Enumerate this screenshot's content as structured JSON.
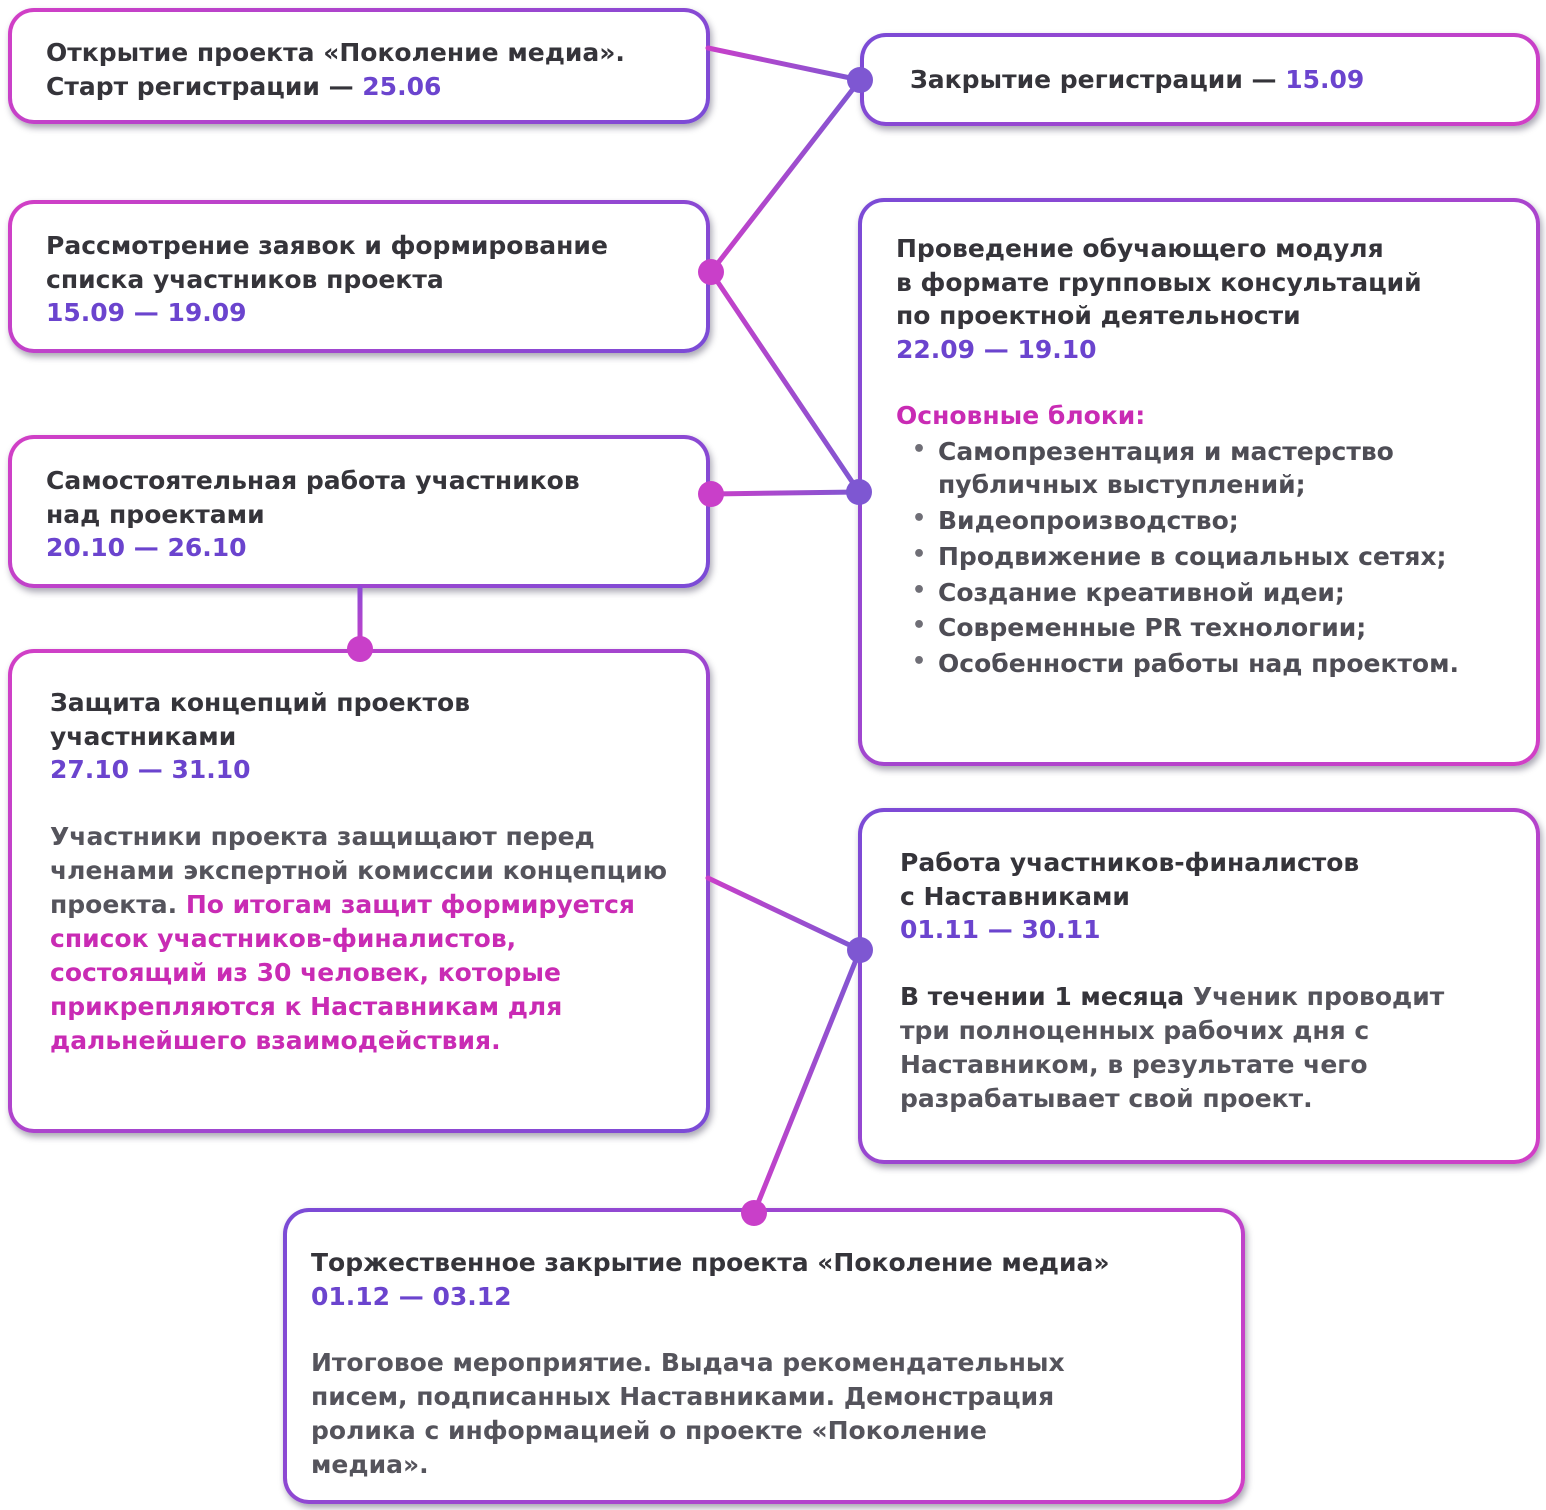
{
  "colors": {
    "border_purple": "#7A4BD6",
    "border_magenta": "#D23FC6",
    "dot_purple": "#7E57D2",
    "dot_magenta": "#C93FC9",
    "title_dark": "#35343A",
    "body_gray": "#55545C",
    "date_purple": "#6B44CE",
    "accent_magenta": "#C92BB4",
    "background": "#FFFFFF"
  },
  "boxes": {
    "opening": {
      "line1": "Открытие проекта «Поколение медиа».",
      "line2_prefix": "Старт регистрации — ",
      "date": "25.06"
    },
    "reg_close": {
      "title_prefix": "Закрытие регистрации — ",
      "date": "15.09"
    },
    "review": {
      "line1": "Рассмотрение заявок и формирование",
      "line2": "списка участников проекта",
      "date": "15.09 — 19.09"
    },
    "training": {
      "title_lines": [
        "Проведение обучающего модуля",
        "в формате групповых консультаций",
        "по проектной деятельности"
      ],
      "date": "22.09 — 19.10",
      "blocks_heading": "Основные блоки:",
      "bullets": [
        "Самопрезентация и мастерство публичных выступлений;",
        "Видеопроизводство;",
        "Продвижение в социальных сетях;",
        "Создание креативной идеи;",
        "Современные PR технологии;",
        "Особенности работы над проектом."
      ]
    },
    "independent": {
      "line1": "Самостоятельная работа участников",
      "line2": "над проектами",
      "date": "20.10 — 26.10"
    },
    "defense": {
      "line1": "Защита концепций проектов",
      "line2": "участниками",
      "date": "27.10 — 31.10",
      "body_gray": "Участники проекта защищают перед членами экспертной комиссии концепцию проекта. ",
      "body_accent": "По итогам защит формируется список участников-финалистов, состоящий из 30 человек, которые прикрепляются к Наставникам для дальнейшего взаимодействия."
    },
    "mentors": {
      "line1": "Работа участников-финалистов",
      "line2": "с Наставниками",
      "date": "01.11 — 30.11",
      "body_bold": "В течении 1 месяца ",
      "body_rest": "Ученик проводит три полноценных рабочих дня с Наставником, в результате чего разрабатывает свой проект."
    },
    "closing": {
      "title": "Торжественное закрытие проекта «Поколение медиа»",
      "date": "01.12 — 03.12",
      "body": "Итоговое мероприятие. Выдача рекомендательных писем, подписанных Наставниками. Демонстрация ролика с информацией о проекте «Поколение медиа»."
    }
  }
}
